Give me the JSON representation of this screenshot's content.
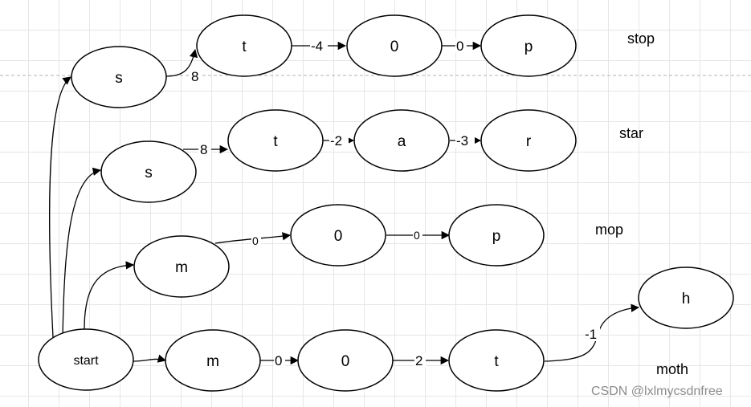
{
  "nodes": {
    "stop_s": "s",
    "stop_t": "t",
    "stop_o": "0",
    "stop_p": "p",
    "star_s": "s",
    "star_t": "t",
    "star_a": "a",
    "star_r": "r",
    "mop_m": "m",
    "mop_o": "0",
    "mop_p": "p",
    "start": "start",
    "moth_m": "m",
    "moth_o": "0",
    "moth_t": "t",
    "moth_h": "h"
  },
  "edge_labels": {
    "stop_s_t": "8",
    "stop_t_o": "-4",
    "stop_o_p": "0",
    "star_s_t": "8",
    "star_t_a": "-2",
    "star_a_r": "-3",
    "mop_m_o": "0",
    "mop_o_p": "0",
    "start_moth_m": "0",
    "moth_o_t": "2",
    "moth_t_h": "-1"
  },
  "words": {
    "stop": "stop",
    "star": "star",
    "mop": "mop",
    "moth": "moth"
  },
  "watermark": "CSDN @lxlmycsdnfree"
}
